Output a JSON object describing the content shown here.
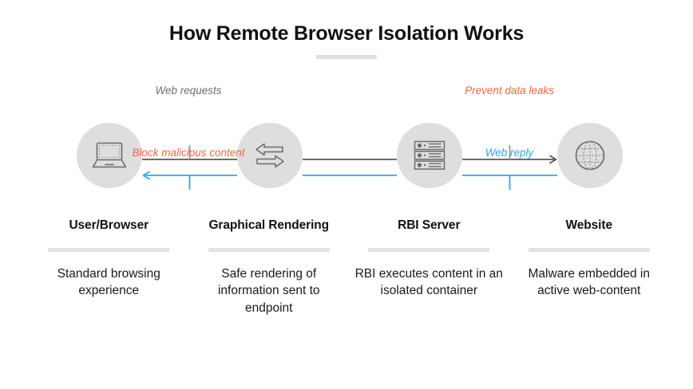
{
  "title": "How Remote Browser Isolation Works",
  "colors": {
    "orange": "#f4663c",
    "cyan": "#29abe2",
    "dark_line": "#3c3c3c",
    "gray_text": "#6e6e6e",
    "circle_fill": "#dedede",
    "rule_gray": "#e2e2e2",
    "icon_stroke": "#6b6b6b"
  },
  "nodes": [
    {
      "icon": "laptop-icon",
      "label": "User/Browser"
    },
    {
      "icon": "exchange-arrows-icon",
      "label": "Graphical Rendering"
    },
    {
      "icon": "server-rack-icon",
      "label": "RBI Server"
    },
    {
      "icon": "globe-icon",
      "label": "Website"
    }
  ],
  "flows": {
    "left": {
      "top_label": "Web requests",
      "top_label_color": "#6e6e6e",
      "top_direction": "right",
      "top_arrowhead": false,
      "bottom_label": "Block malicious content",
      "bottom_label_color": "#f4663c",
      "bottom_direction": "left",
      "bottom_arrowhead": true
    },
    "middle": {
      "top_label": "",
      "bottom_label": "",
      "top_direction": "right",
      "bottom_direction": "left"
    },
    "right": {
      "top_label": "Prevent data leaks",
      "top_label_color": "#f4663c",
      "top_direction": "right",
      "top_arrowhead": true,
      "bottom_label": "Web reply",
      "bottom_label_color": "#29abe2",
      "bottom_direction": "left",
      "bottom_arrowhead": false
    }
  },
  "columns": [
    {
      "heading": "User/Browser",
      "description": "Standard browsing experience"
    },
    {
      "heading": "Graphical Rendering",
      "description": "Safe rendering of information sent to endpoint"
    },
    {
      "heading": "RBI Server",
      "description": "RBI executes content in an isolated container"
    },
    {
      "heading": "Website",
      "description": "Malware embedded in active web-content"
    }
  ]
}
